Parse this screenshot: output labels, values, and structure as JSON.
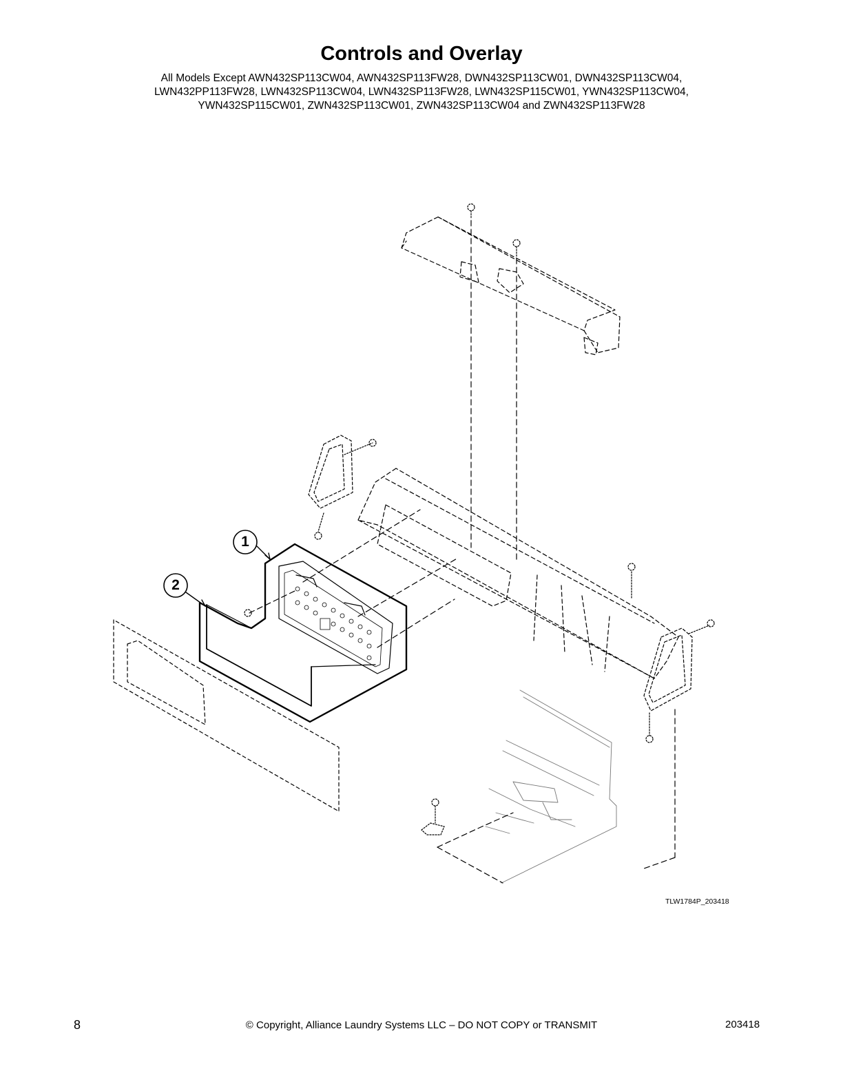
{
  "header": {
    "title": "Controls and Overlay",
    "models_lines": [
      "All Models Except AWN432SP113CW04, AWN432SP113FW28, DWN432SP113CW01, DWN432SP113CW04,",
      "LWN432PP113FW28, LWN432SP113CW04, LWN432SP113FW28, LWN432SP115CW01, YWN432SP113CW04,",
      "YWN432SP115CW01, ZWN432SP113CW01, ZWN432SP113CW04 and ZWN432SP113FW28"
    ]
  },
  "diagram": {
    "callouts": [
      {
        "label": "1"
      },
      {
        "label": "2"
      }
    ],
    "figure_id": "TLW1784P_203418"
  },
  "footer": {
    "page_number": "8",
    "copyright": "© Copyright, Alliance Laundry Systems LLC – DO NOT COPY or TRANSMIT",
    "doc_number": "203418"
  }
}
